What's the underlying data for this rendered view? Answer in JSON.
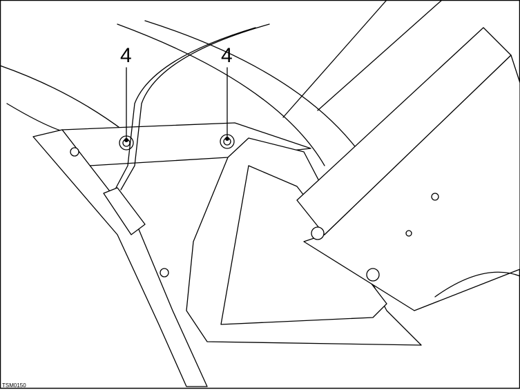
{
  "callouts": [
    {
      "label": "4"
    },
    {
      "label": "4"
    }
  ],
  "figure_code": "TSM0150"
}
